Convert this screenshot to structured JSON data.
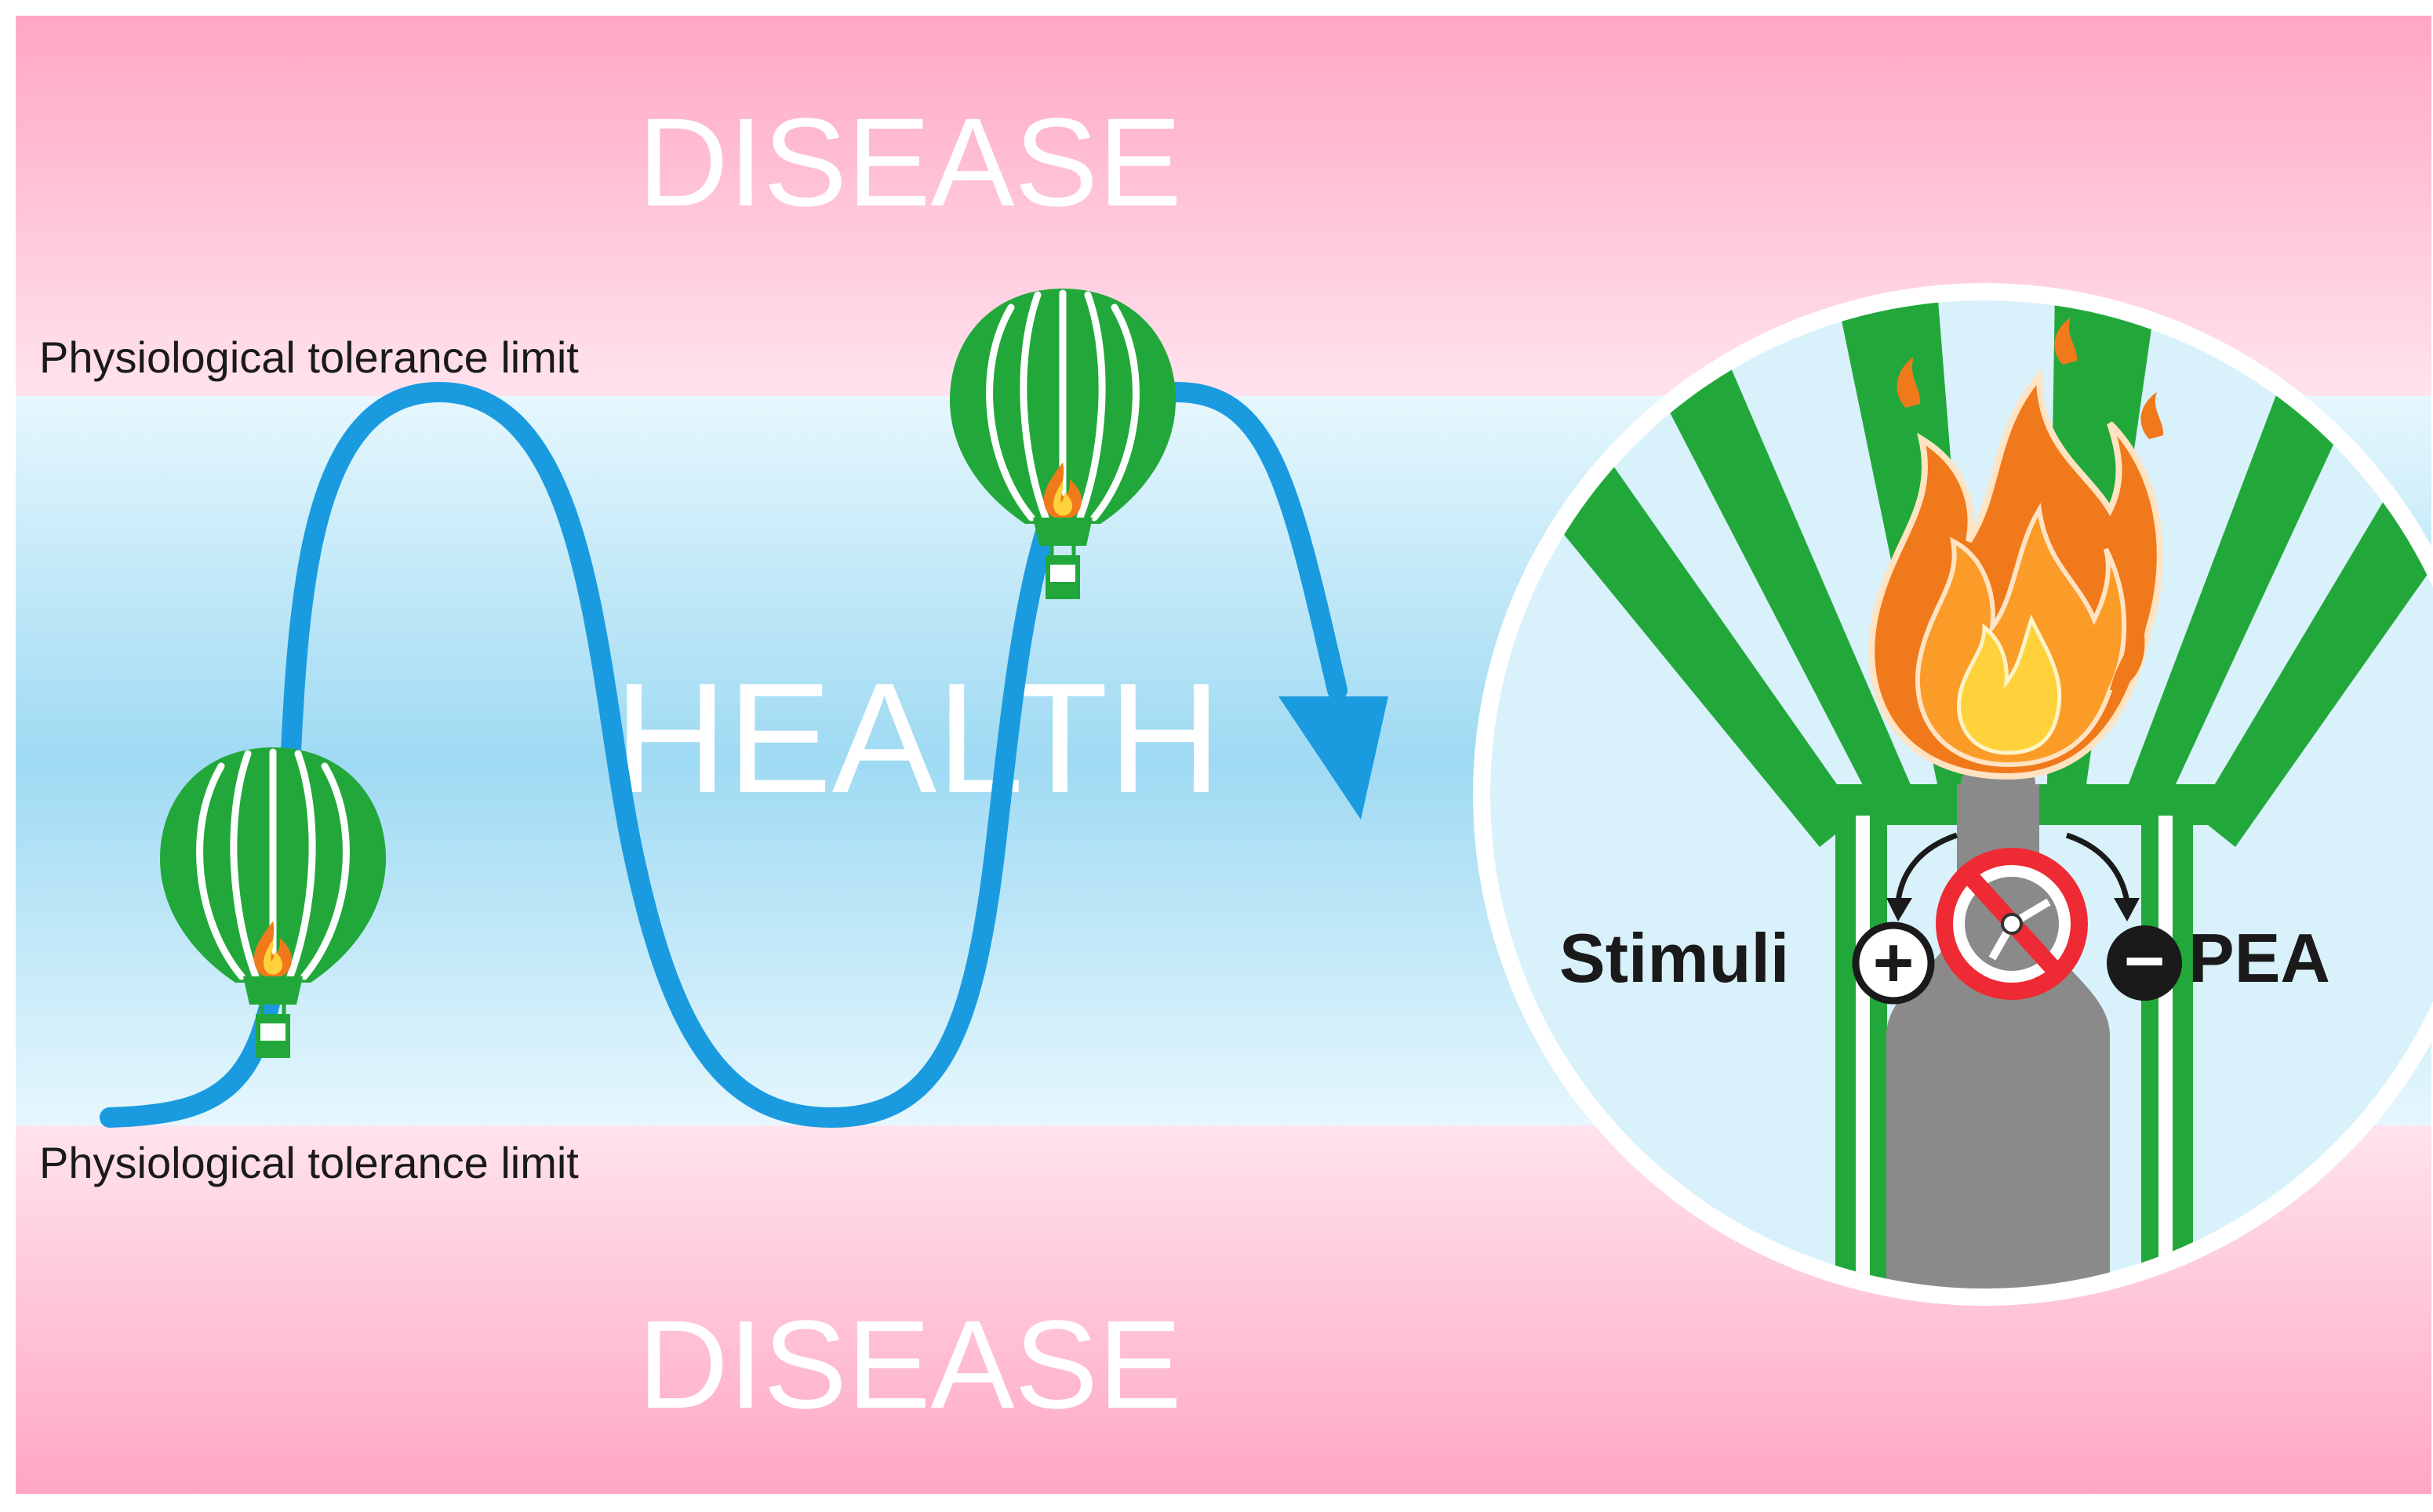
{
  "labels": {
    "disease_top": "DISEASE",
    "disease_bottom": "DISEASE",
    "health": "HEALTH",
    "limit_top": "Physiological tolerance limit",
    "limit_bottom": "Physiological tolerance limit",
    "stimuli": "Stimuli",
    "pea": "PEA",
    "plus": "+",
    "minus": "−"
  },
  "colors": {
    "disease_band": "#ffa6c6",
    "disease_band_light": "#ffe3ee",
    "health_band": "#9fdaf3",
    "health_band_light": "#e6f7fd",
    "trajectory": "#1a9be0",
    "balloon_green": "#22a83a",
    "flame_outer": "#f07a1b",
    "flame_mid": "#fb9b28",
    "flame_inner": "#ffd23c",
    "burner_gray": "#8a8a8a",
    "valve_red": "#ee2a34"
  }
}
